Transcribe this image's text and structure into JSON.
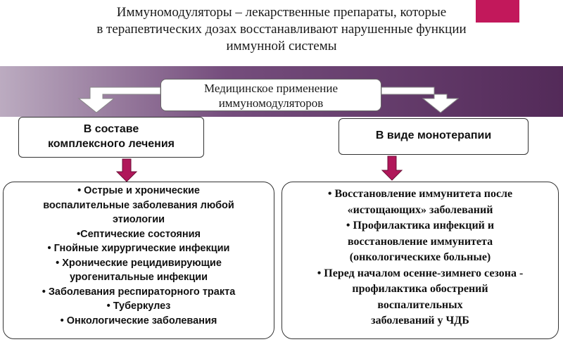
{
  "title_lines": [
    "Иммуномодуляторы – лекарственные препараты, которые",
    "в терапевтических дозах восстанавливают нарушенные функции",
    "иммунной системы"
  ],
  "center_box_lines": [
    "Медицинское применение",
    "иммуномодуляторов"
  ],
  "left_box_lines": [
    "В составе",
    "комплексного лечения"
  ],
  "right_box_label": "В виде монотерапии",
  "left_list_lines": [
    "• Острые и хронические",
    "воспалительные заболевания любой",
    "этиологии",
    "•Септические состояния",
    "• Гнойные хирургические  инфекции",
    "• Хронические  рецидивирующие",
    "урогенитальные инфекции",
    "• Заболевания  респираторного тракта",
    "• Туберкулез",
    "• Онкологические заболевания"
  ],
  "right_list_lines": [
    "•  Восстановление  иммунитета  после",
    "«истощающих» заболеваний",
    "•  Профилактика  инфекций  и",
    "восстановление    иммунитета",
    "(онкологическихе больные)",
    "• Перед началом осенне-зимнего сезона -",
    "профилактика обострений",
    "воспалительных",
    "заболеваний у ЧДБ"
  ],
  "colors": {
    "accent_magenta": "#c2185b",
    "band_purple": "#4a1f50"
  }
}
